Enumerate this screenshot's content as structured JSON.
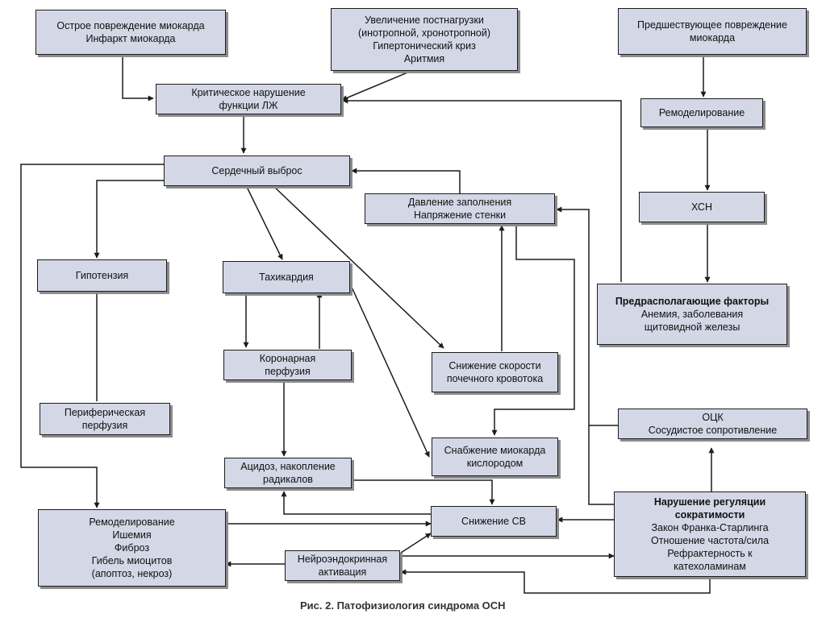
{
  "diagram": {
    "nodes": {
      "acute_damage": {
        "lines": [
          "Острое повреждение миокарда",
          "Инфаркт миокарда"
        ]
      },
      "afterload": {
        "lines": [
          "Увеличение постнагрузки",
          "(инотропной, хронотропной)",
          "Гипертонический криз",
          "Аритмия"
        ]
      },
      "prior_damage": {
        "lines": [
          "Предшествующее повреждение",
          "миокарда"
        ]
      },
      "critical_lv": {
        "lines": [
          "Критическое нарушение",
          "функции ЛЖ"
        ]
      },
      "remodeling_top": {
        "lines": [
          "Ремоделирование"
        ]
      },
      "cardiac_output": {
        "lines": [
          "Сердечный выброс"
        ]
      },
      "filling_pressure": {
        "lines": [
          "Давление заполнения",
          "Напряжение стенки"
        ]
      },
      "chf": {
        "lines": [
          "ХСН"
        ]
      },
      "hypotension": {
        "lines": [
          "Гипотензия"
        ]
      },
      "tachycardia": {
        "lines": [
          "Тахикардия"
        ]
      },
      "predisposing": {
        "lines": [
          "Предрасполагающие факторы",
          "Анемия, заболевания",
          "щитовидной железы"
        ]
      },
      "coronary_perfusion": {
        "lines": [
          "Коронарная",
          "перфузия"
        ]
      },
      "renal_flow": {
        "lines": [
          "Снижение скорости",
          "почечного кровотока"
        ]
      },
      "peripheral_perfusion": {
        "lines": [
          "Периферическая",
          "перфузия"
        ]
      },
      "ocs": {
        "lines": [
          "ОЦК",
          "Сосудистое сопротивление"
        ]
      },
      "oxygen_supply": {
        "lines": [
          "Снабжение миокарда",
          "кислородом"
        ]
      },
      "acidosis": {
        "lines": [
          "Ацидоз, накопление",
          "радикалов"
        ]
      },
      "regulation": {
        "lines": [
          "Нарушение регуляции",
          "сократимости",
          "Закон Франка-Старлинга",
          "Отношение частота/сила",
          "Рефрактерность к",
          "катехоламинам"
        ]
      },
      "remodeling_bottom": {
        "lines": [
          "Ремоделирование",
          "Ишемия",
          "Фиброз",
          "Гибель миоцитов",
          "(апоптоз, некроз)"
        ]
      },
      "co_decrease": {
        "lines": [
          "Снижение СВ"
        ]
      },
      "neuroendocrine": {
        "lines": [
          "Нейроэндокринная",
          "активация"
        ]
      }
    },
    "caption": "Рис. 2. Патофизиология синдрома ОСН"
  }
}
